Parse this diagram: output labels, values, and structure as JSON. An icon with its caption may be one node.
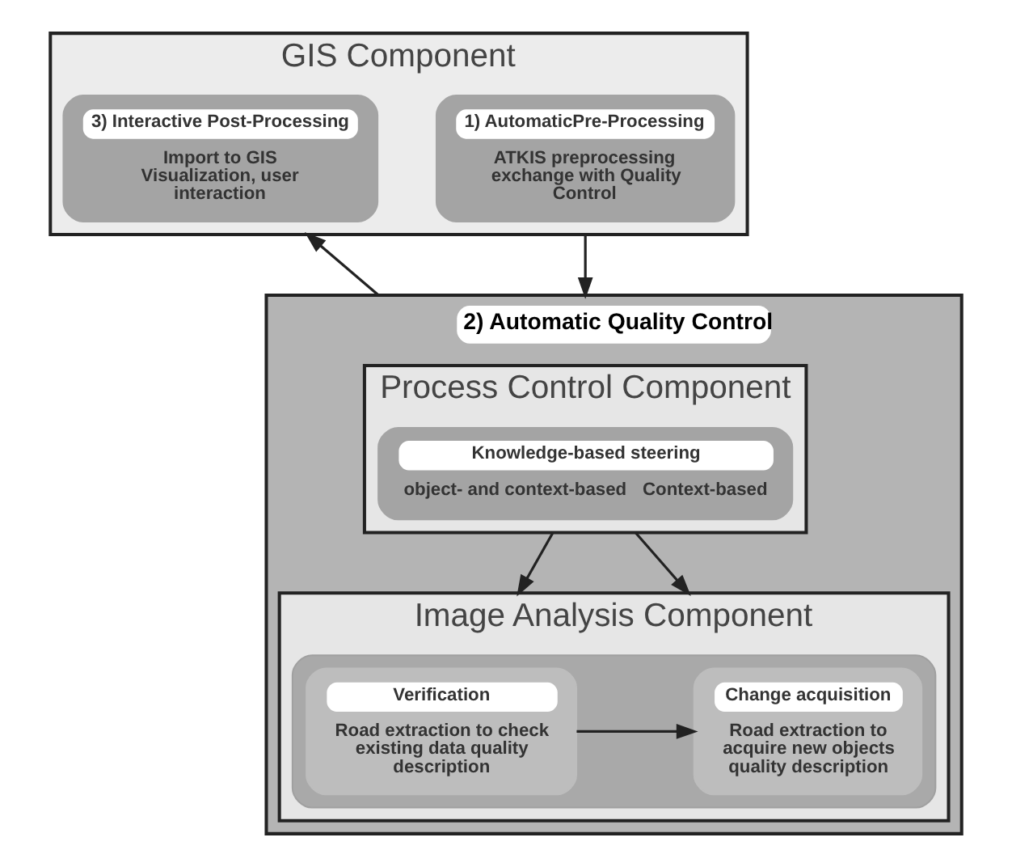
{
  "diagram": {
    "nodes": [
      {
        "text": [
          "GIS Component"
        ]
      },
      {
        "text": [
          "1) AutomaticPre-Processing",
          "ATKIS preprocessing exchange with Quality Control"
        ],
        "in": 0
      },
      {
        "text": [
          "3) Interactive Post-Processing",
          "Import to GIS Visualization, user interaction"
        ],
        "in": 0
      },
      {
        "text": [
          "2) Automatic Quality Control"
        ]
      },
      {
        "text": [
          "Process Control Component"
        ],
        "in": 3
      },
      {
        "text": [
          "Knowledge-based steering",
          "object- and context-based",
          "Context-based"
        ],
        "in": 4
      },
      {
        "text": [
          "Image Analysis Component"
        ],
        "in": 3
      },
      {
        "text": [],
        "shape": "box",
        "in": 6
      },
      {
        "text": [
          "Verification",
          "Road extraction to check existing data quality description"
        ],
        "in": 7
      },
      {
        "text": [
          "Change acquisition",
          "Road extraction to acquire new objects quality description"
        ],
        "in": 7
      }
    ],
    "edges": [
      {
        "from": 0,
        "to": 3,
        "arrow": "to"
      },
      {
        "from": 3,
        "to": 0,
        "arrow": "to"
      },
      {
        "from": 4,
        "to": 6,
        "arrow": "to"
      },
      {
        "from": 4,
        "to": 6,
        "arrow": "to"
      },
      {
        "from": 8,
        "to": 9,
        "arrow": "to"
      }
    ]
  }
}
